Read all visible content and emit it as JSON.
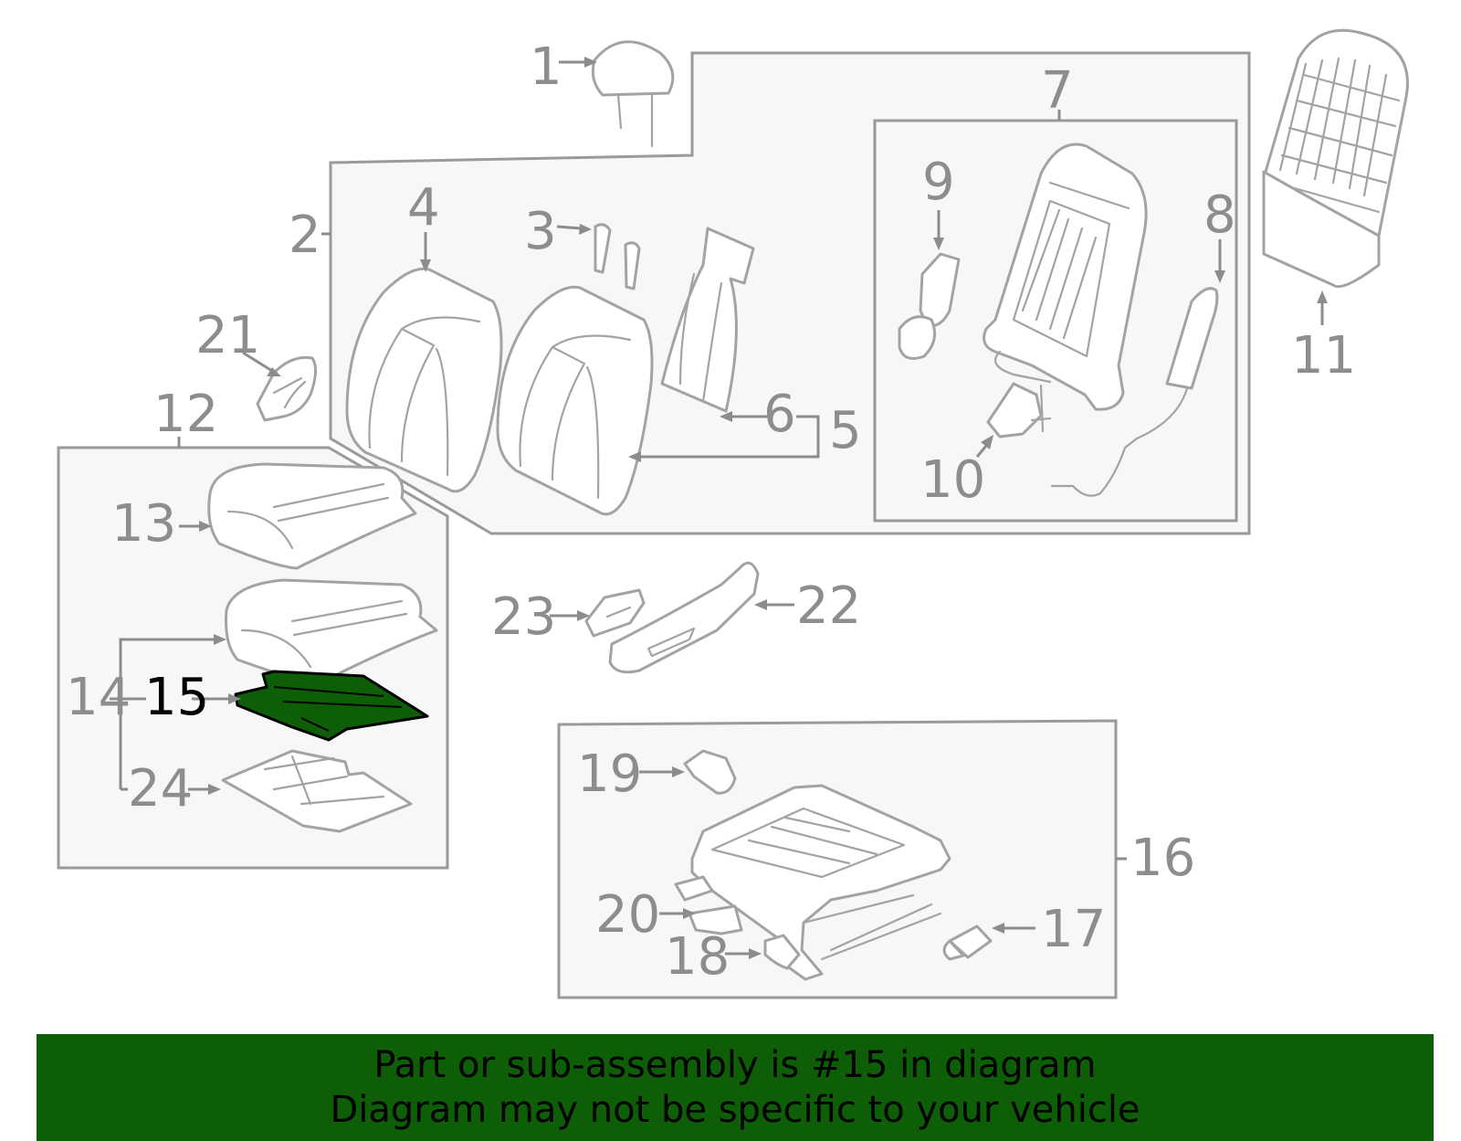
{
  "callouts": {
    "c1": "1",
    "c2": "2",
    "c3": "3",
    "c4": "4",
    "c5": "5",
    "c6": "6",
    "c7": "7",
    "c8": "8",
    "c9": "9",
    "c10": "10",
    "c11": "11",
    "c12": "12",
    "c13": "13",
    "c14": "14",
    "c15": "15",
    "c16": "16",
    "c17": "17",
    "c18": "18",
    "c19": "19",
    "c20": "20",
    "c21": "21",
    "c22": "22",
    "c23": "23",
    "c24": "24"
  },
  "highlight": {
    "callout": "15",
    "color": "#0e5e08"
  },
  "banner": {
    "line1": "Part or sub-assembly is #15 in diagram",
    "line2": "Diagram may not be specific to your vehicle",
    "background": "#0e5e08"
  }
}
